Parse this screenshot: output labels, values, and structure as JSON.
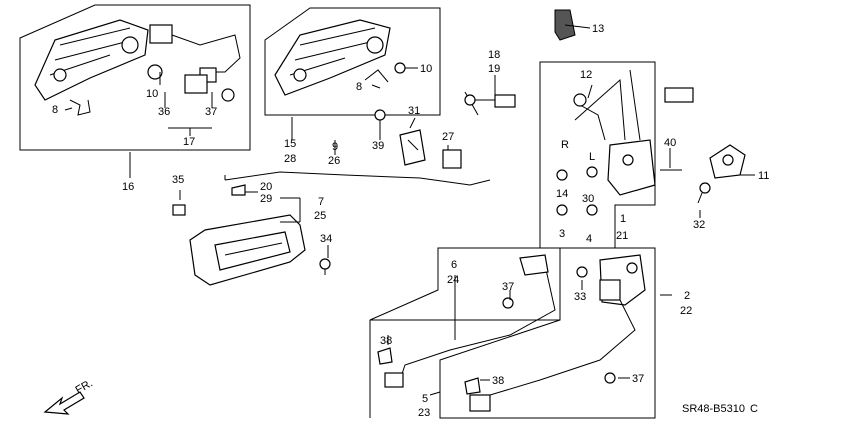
{
  "diagram": {
    "code": "SR48-B5310",
    "revision": "C",
    "direction": "FR.",
    "callouts": {
      "c13": "13",
      "c18": "18",
      "c19": "19",
      "c12": "12",
      "c10a": "10",
      "c10b": "10",
      "c8a": "8",
      "c8b": "8",
      "c36": "36",
      "c37a": "37",
      "c17": "17",
      "c16": "16",
      "c15": "15",
      "c28": "28",
      "c9": "9",
      "c26": "26",
      "c31": "31",
      "c39": "39",
      "c27": "27",
      "c35": "35",
      "c20": "20",
      "c29": "29",
      "c7": "7",
      "c25": "25",
      "c34": "34",
      "c40": "40",
      "c11": "11",
      "c32": "32",
      "cR": "R",
      "cL": "L",
      "c14": "14",
      "c30": "30",
      "c3": "3",
      "c4": "4",
      "c1": "1",
      "c21": "21",
      "c6": "6",
      "c24": "24",
      "c37b": "37",
      "c38a": "38",
      "c33": "33",
      "c2": "2",
      "c22": "22",
      "c5": "5",
      "c23": "23",
      "c38b": "38",
      "c37c": "37"
    }
  }
}
